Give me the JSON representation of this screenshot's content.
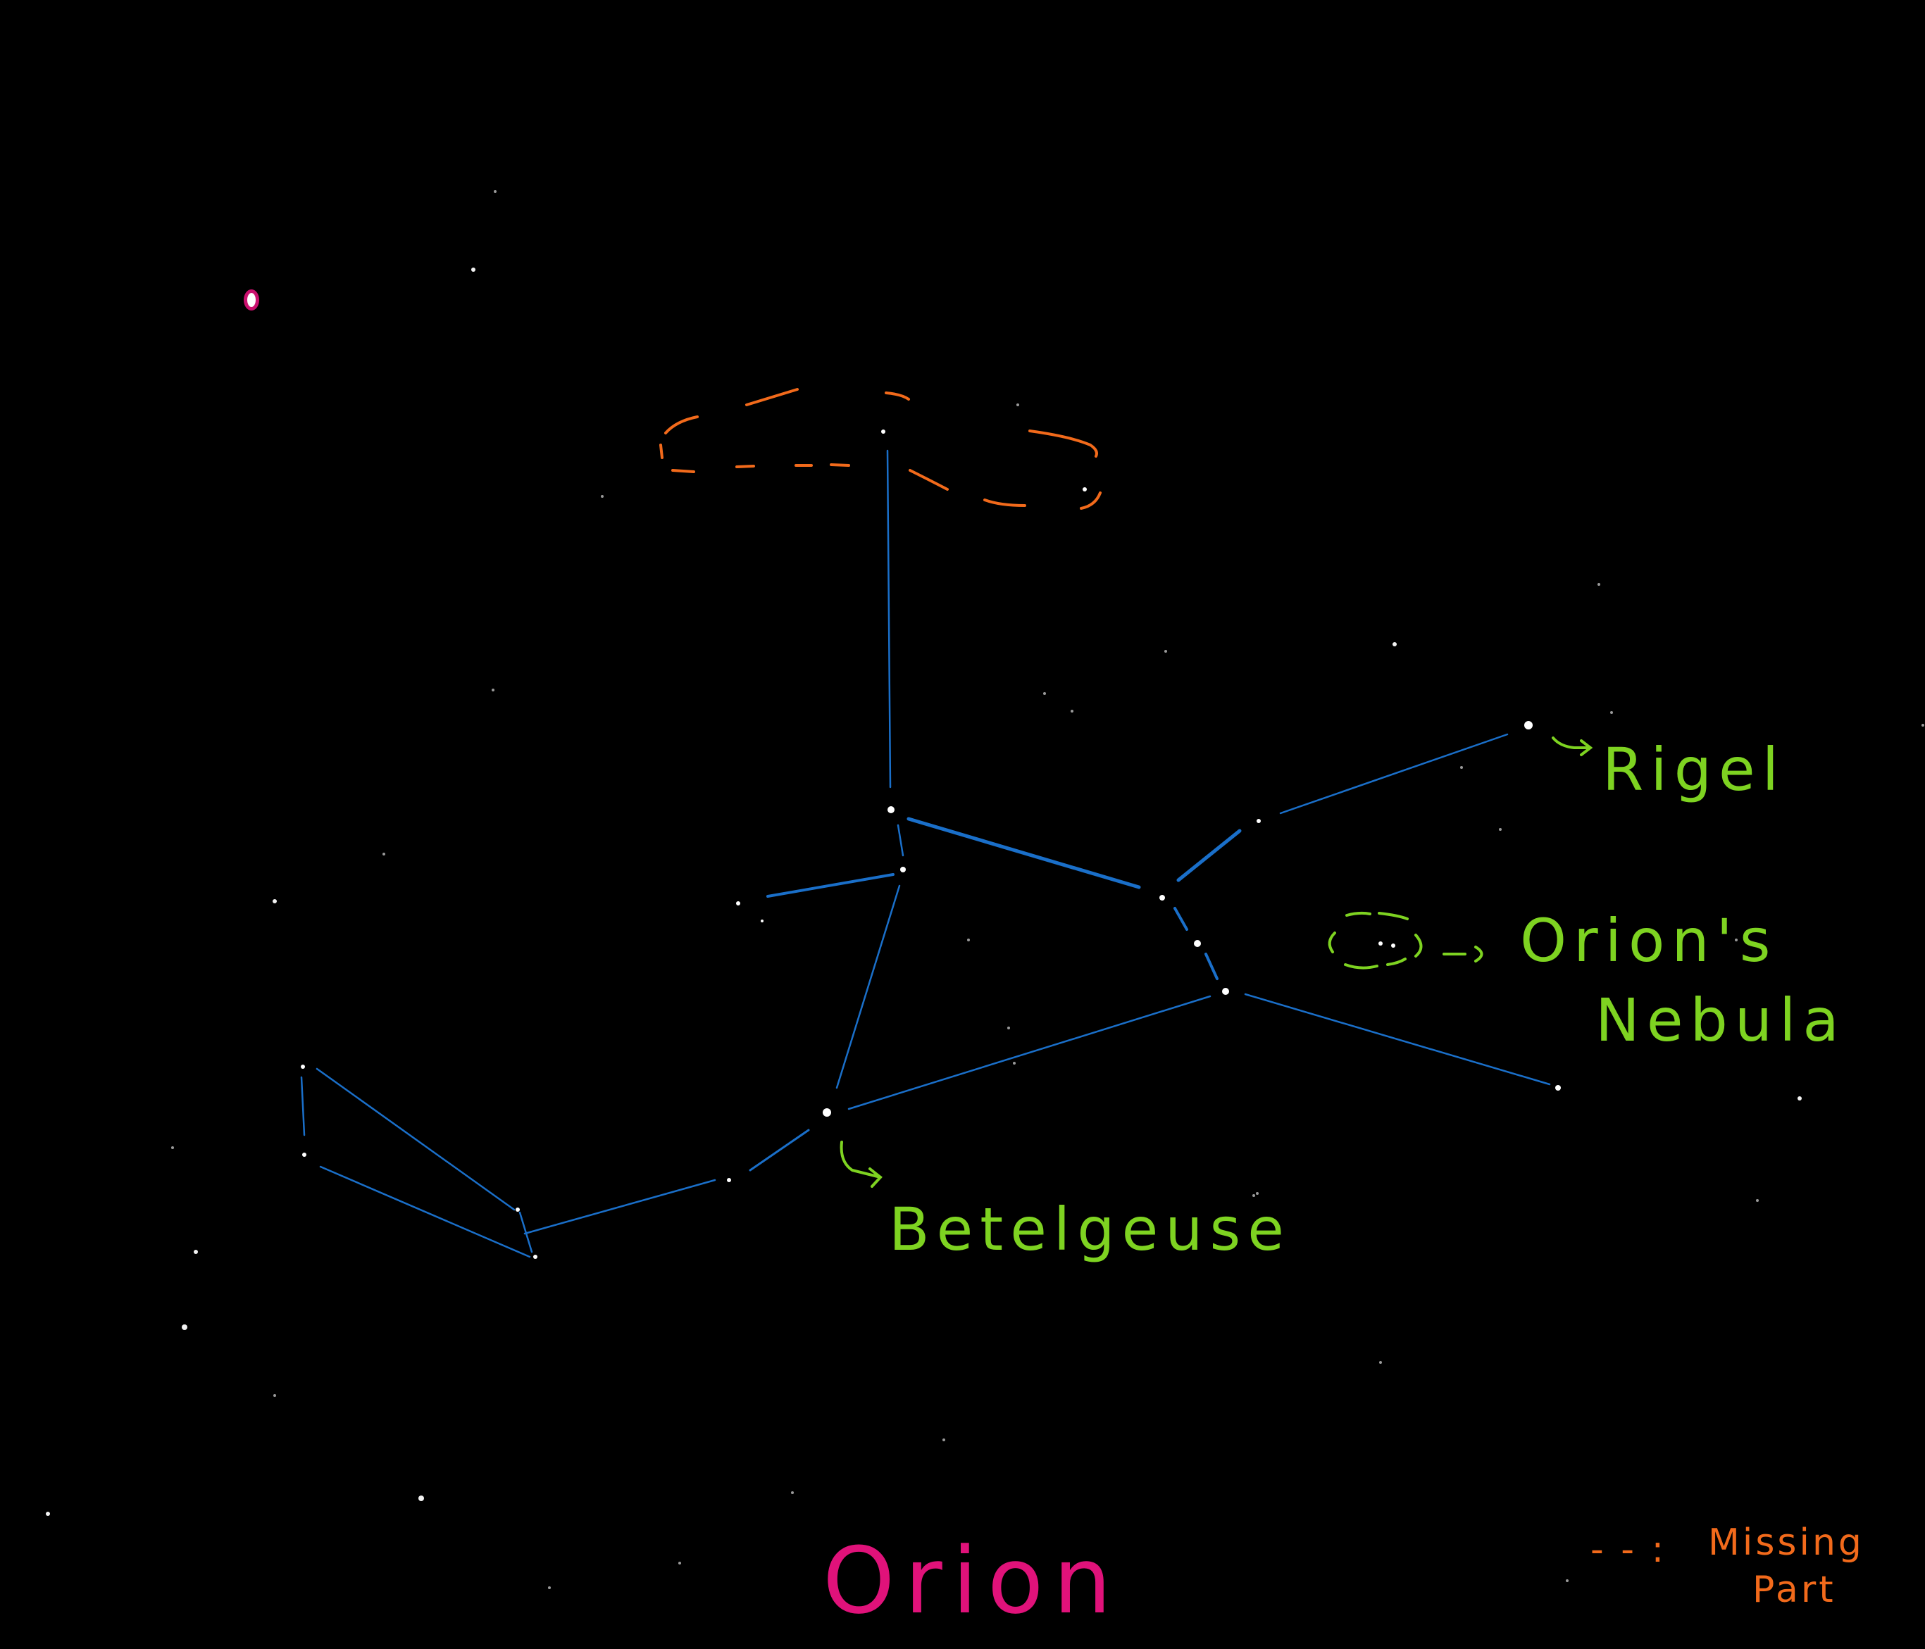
{
  "colors": {
    "background": "#000000",
    "constellation_line": "#1a6fc9",
    "label_green": "#7ed321",
    "title_magenta": "#e0127a",
    "missing_orange": "#f26a1b",
    "star": "#ffffff"
  },
  "labels": {
    "rigel": "Rigel",
    "orions_nebula_line1": "Orion's",
    "orions_nebula_line2": "Nebula",
    "betelgeuse": "Betelgeuse"
  },
  "title": "Orion",
  "legend": {
    "marker": "- - :",
    "line1": "Missing",
    "line2": "Part"
  }
}
